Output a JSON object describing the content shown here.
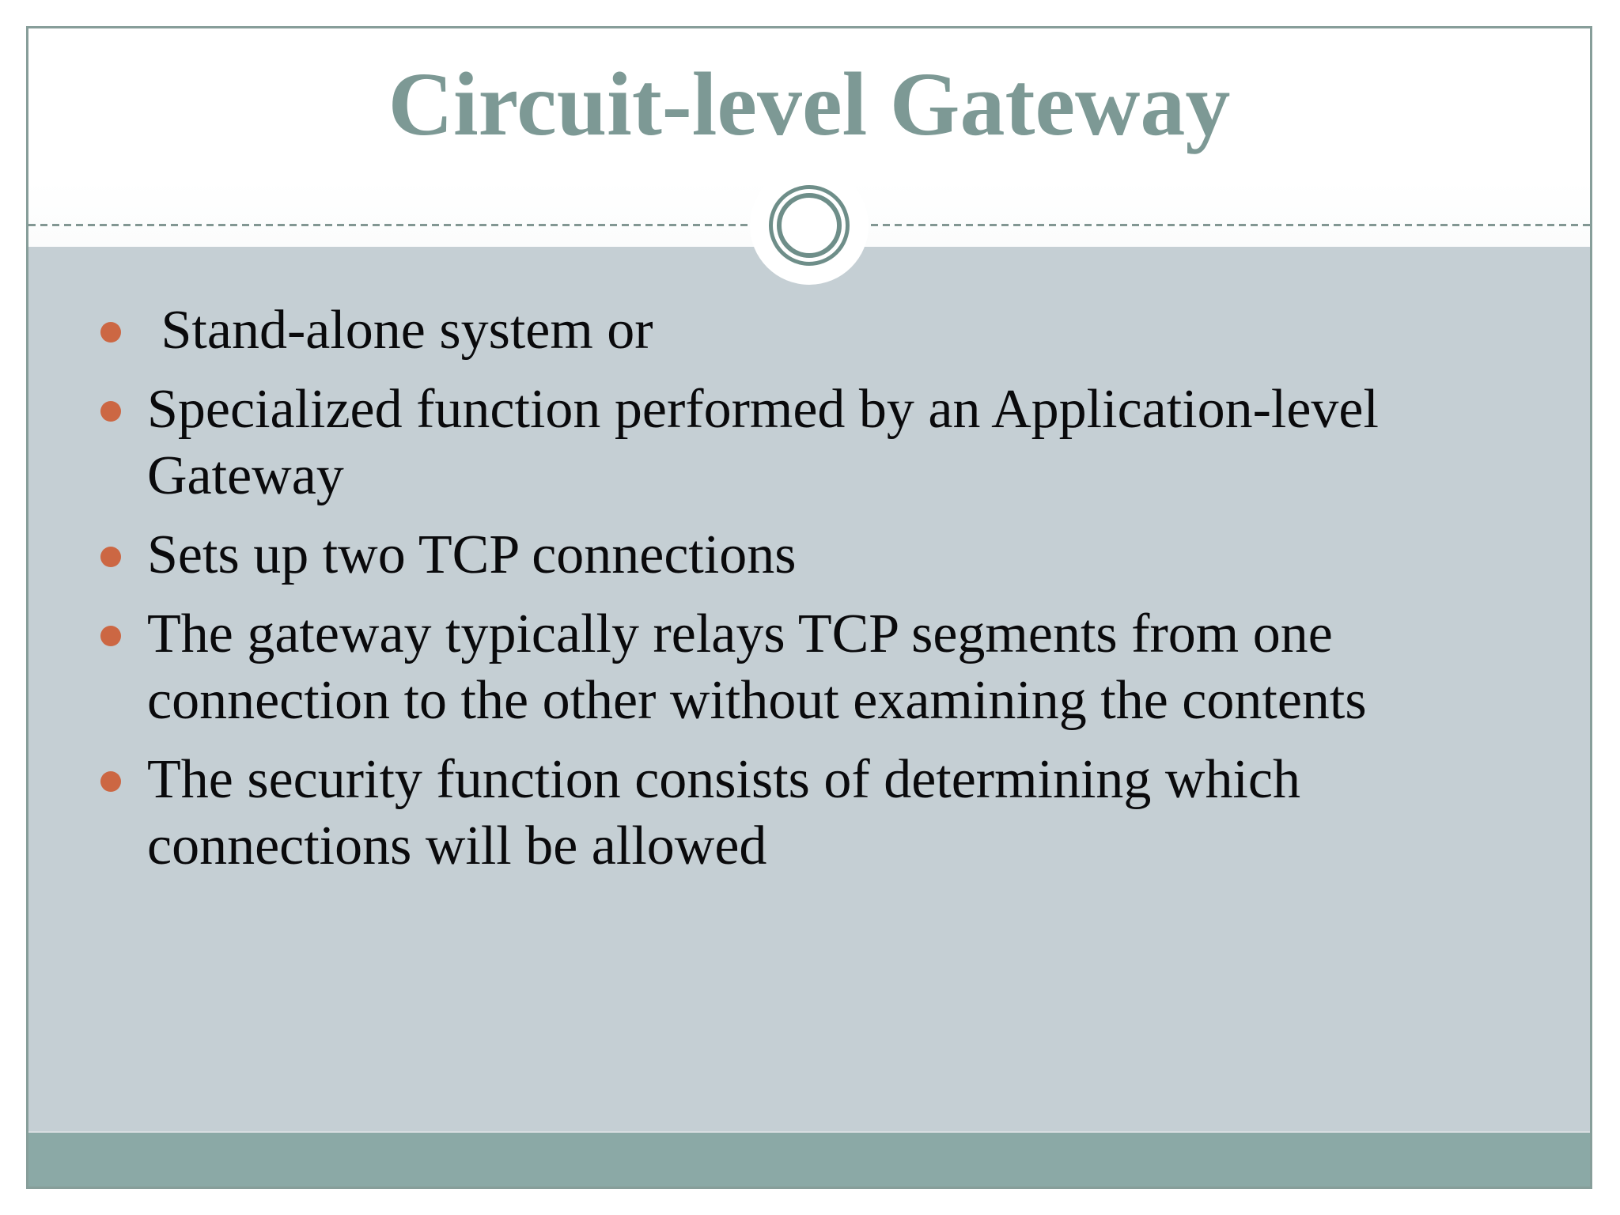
{
  "slide": {
    "title": "Circuit-level Gateway",
    "bullets": [
      {
        "lines": [
          " Stand-alone system or"
        ]
      },
      {
        "lines": [
          "Specialized function performed by an Application-level",
          "Gateway"
        ]
      },
      {
        "lines": [
          "Sets up two TCP connections"
        ]
      },
      {
        "lines": [
          "The gateway typically relays TCP segments from one",
          "connection to the other without examining the contents"
        ]
      },
      {
        "lines": [
          "The security function consists of determining which",
          "connections will be allowed"
        ]
      }
    ]
  },
  "icons": {
    "ornament": "double-circle-ornament",
    "bullet": "filled-dot"
  },
  "colors": {
    "accent-teal": "#7d9995",
    "ring": "#6e8e89",
    "border": "#879e9a",
    "dashed-line": "#829793",
    "content-bg": "#c5cfd4",
    "footer-bar": "#8ba9a6",
    "bullet": "#cc6743",
    "text": "#0a0a0c"
  }
}
